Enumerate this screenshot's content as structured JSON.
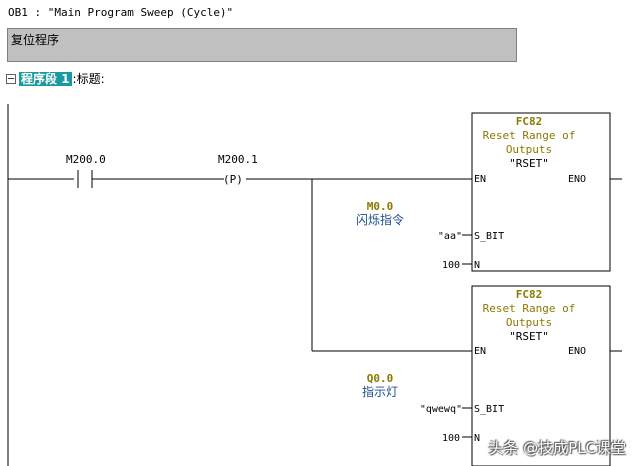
{
  "header": {
    "block_id": "OB1 :",
    "block_title": "\"Main Program Sweep (Cycle)\""
  },
  "comment": {
    "text": "复位程序"
  },
  "segment": {
    "label": "程序段 1",
    "title_prefix": ":标题:"
  },
  "ladder": {
    "contact": {
      "address": "M200.0"
    },
    "edge_coil": {
      "address": "M200.1",
      "symbol": "(P)"
    },
    "blocks": [
      {
        "type": "FC82",
        "desc_line1": "Reset Range of",
        "desc_line2": "Outputs",
        "symbol": "\"RSET\"",
        "en": "EN",
        "eno": "ENO",
        "s_bit": "S_BIT",
        "n": "N",
        "param_s_bit": "\"aa\"",
        "param_n": "100",
        "tag_address": "M0.0",
        "tag_comment": "闪烁指令"
      },
      {
        "type": "FC82",
        "desc_line1": "Reset Range of",
        "desc_line2": "Outputs",
        "symbol": "\"RSET\"",
        "en": "EN",
        "eno": "ENO",
        "s_bit": "S_BIT",
        "n": "N",
        "param_s_bit": "\"qwewq\"",
        "param_n": "100",
        "tag_address": "Q0.0",
        "tag_comment": "指示灯"
      }
    ]
  },
  "watermark": "头条 @技成PLC课堂"
}
